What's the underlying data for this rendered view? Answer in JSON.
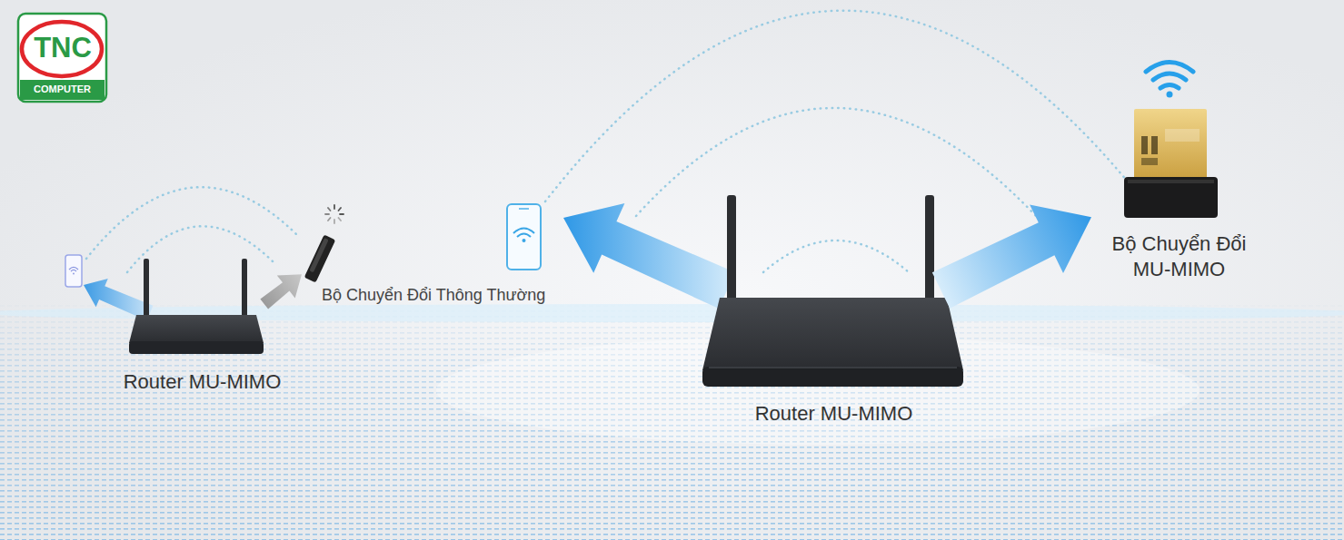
{
  "diagram": {
    "nodes": [
      {
        "text": [
          "Router MU-MIMO"
        ]
      },
      {
        "text": [
          "Bộ Chuyển Đổi Thông Thường"
        ]
      },
      {
        "text": [
          "Router MU-MIMO"
        ]
      },
      {
        "text": [
          "Bộ Chuyển Đổi MU-MIMO"
        ]
      }
    ],
    "edges": [
      {
        "from": 0,
        "to": 1,
        "arrow": "to"
      },
      {
        "from": 2,
        "to": 3,
        "arrow": "to"
      }
    ],
    "labels": [
      "TNC",
      "COMPUTER"
    ]
  }
}
